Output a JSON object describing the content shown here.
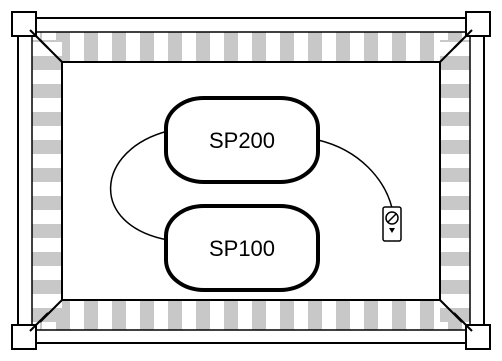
{
  "diagram": {
    "nodes": [
      {
        "id": "sp200",
        "label": "SP200"
      },
      {
        "id": "sp100",
        "label": "SP100"
      }
    ],
    "connections": [
      {
        "from": "sp200",
        "to": "sp100",
        "style": "curve"
      },
      {
        "from": "sp200",
        "to": "controller",
        "style": "curve"
      }
    ],
    "controller": {
      "icon": "dial-controller-icon"
    },
    "frame": {
      "style": "striped-border",
      "stripe_color": "#c8c8c8",
      "background": "#ffffff"
    }
  }
}
